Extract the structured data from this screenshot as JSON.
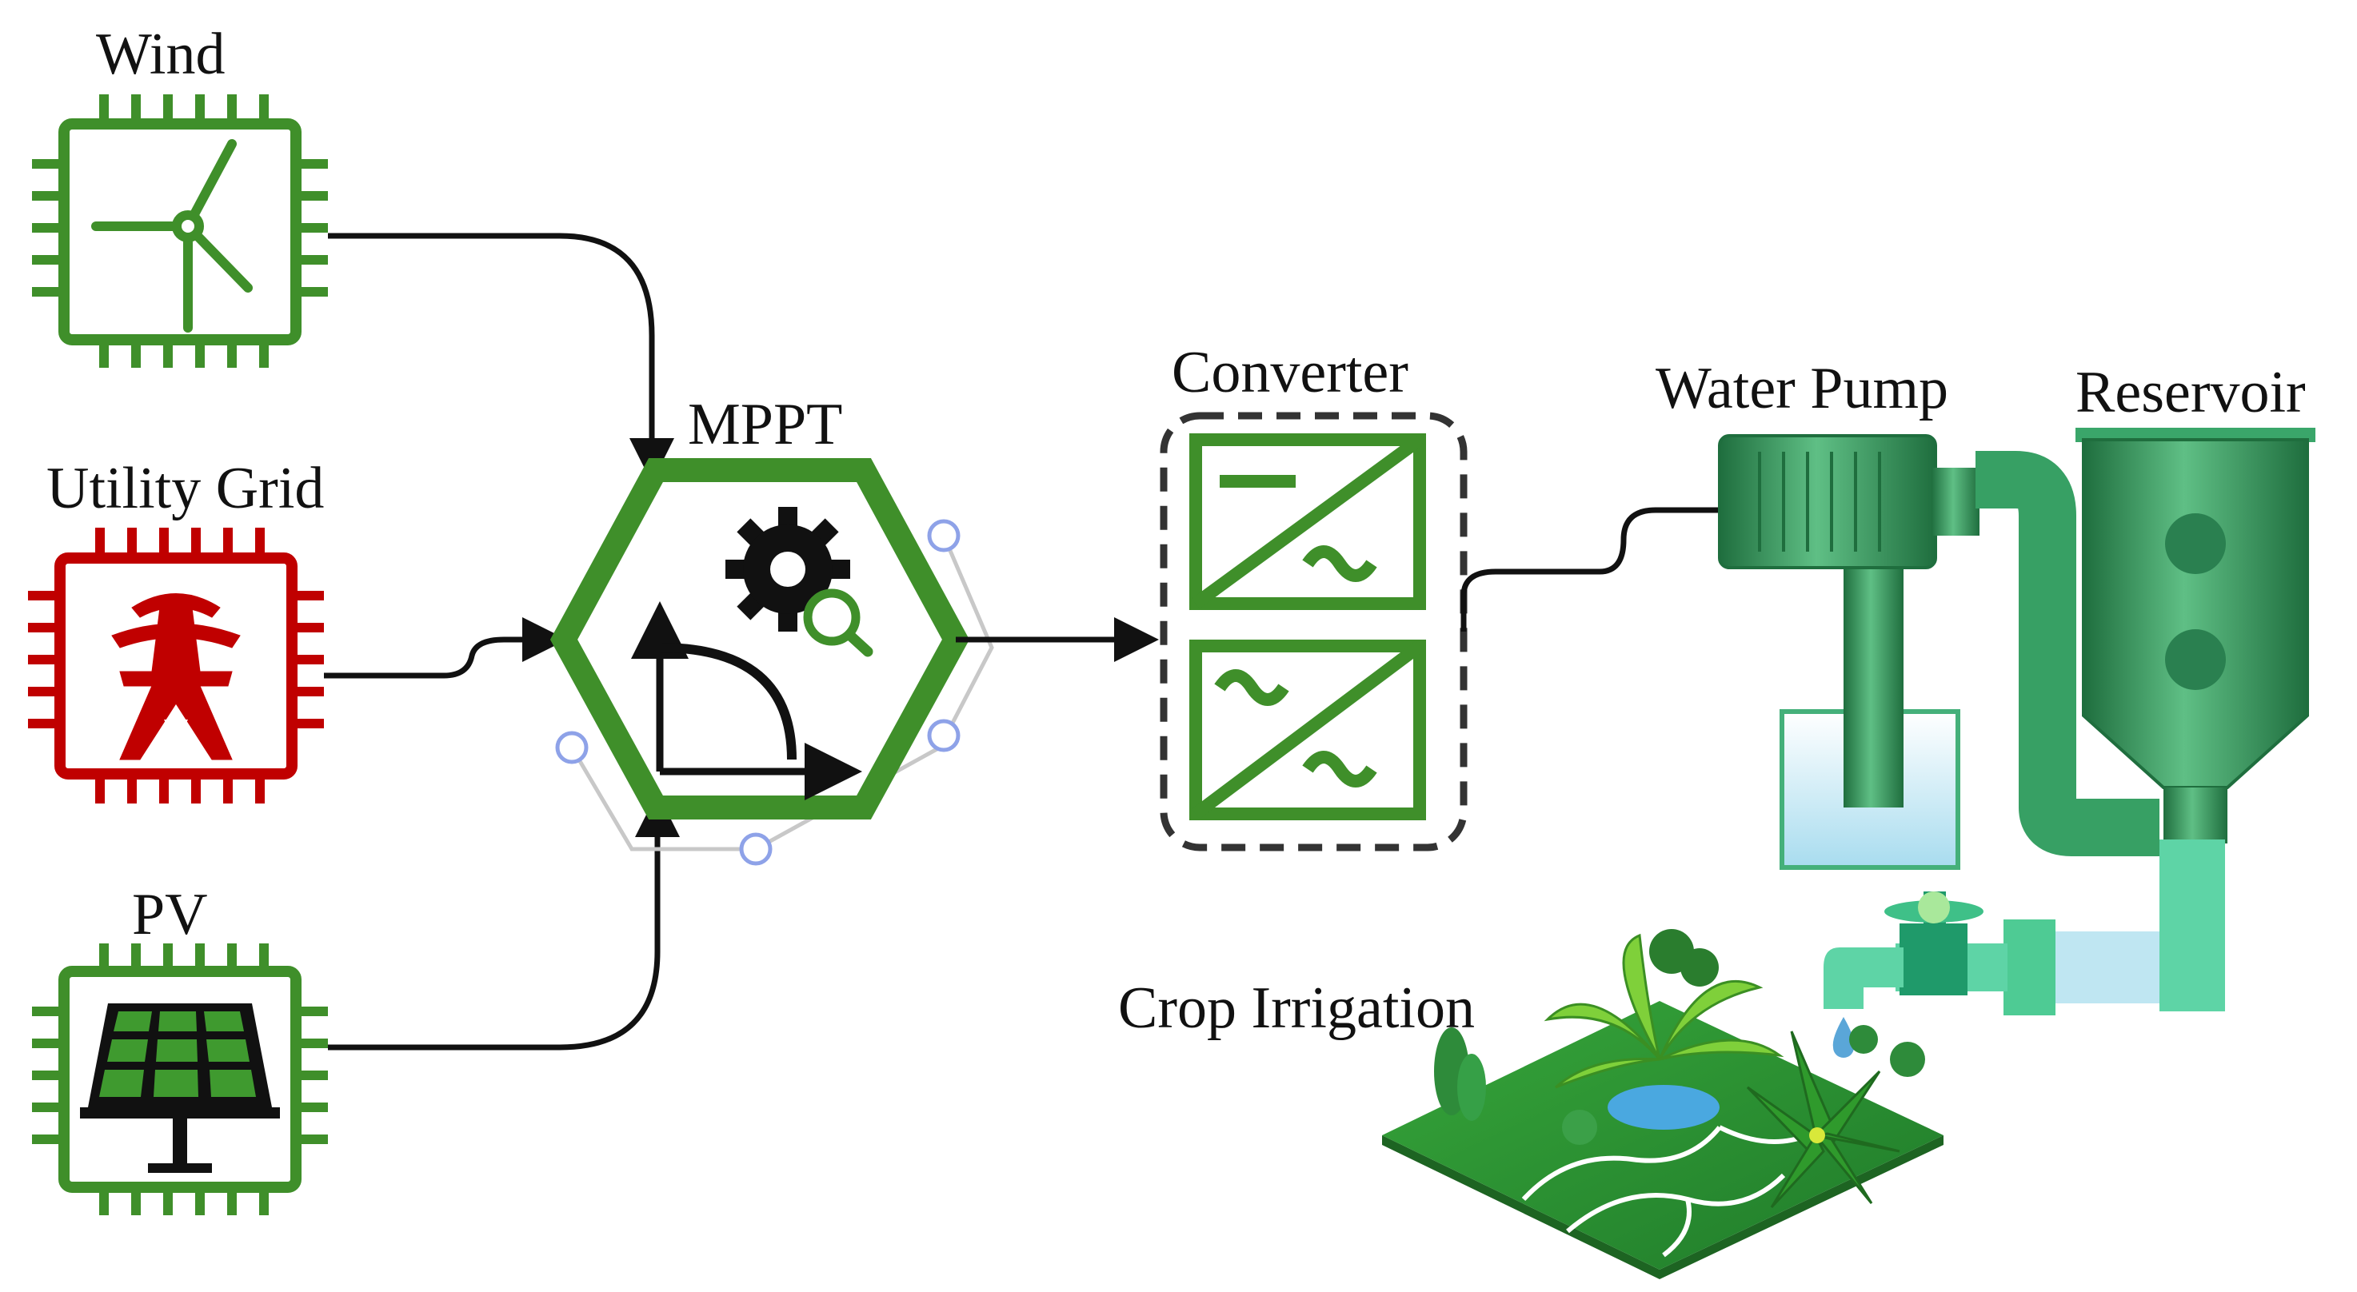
{
  "labels": {
    "wind": "Wind",
    "utility_grid": "Utility Grid",
    "pv": "PV",
    "mppt": "MPPT",
    "converter": "Converter",
    "water_pump": "Water Pump",
    "reservoir": "Reservoir",
    "crop_irrigation": "Crop Irrigation"
  },
  "colors": {
    "green": "#3f8f2a",
    "red": "#c00000",
    "black": "#111111",
    "pump_green": "#2e8b57",
    "selection_handle": "#8ea2e8",
    "water": "#bfe6f2"
  },
  "icons": {
    "wind": "wind-turbine-icon",
    "utility_grid": "transmission-tower-icon",
    "pv": "solar-panel-icon",
    "mppt": [
      "gear-search-icon",
      "power-curve-icon"
    ],
    "converter": [
      "dc-ac-converter-icon",
      "ac-ac-converter-icon"
    ]
  }
}
